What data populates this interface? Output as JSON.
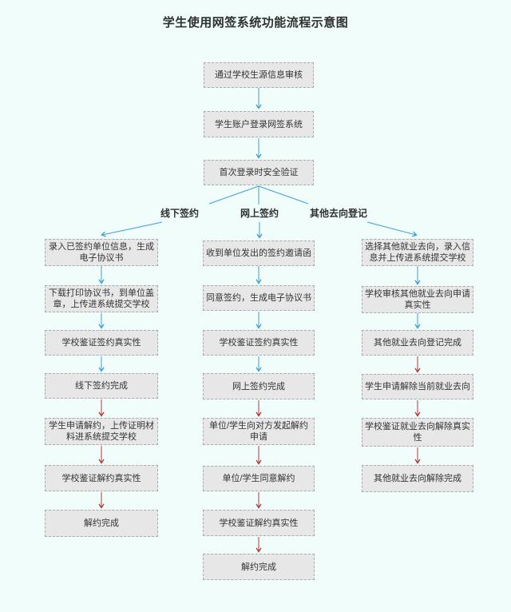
{
  "title": "学生使用网签系统功能流程示意图",
  "colors": {
    "arrow_blue": "#3b9fd4",
    "arrow_red": "#b73535",
    "box_bg": "#e7e7e7",
    "box_border": "#ababab",
    "page_bg": "#f0fdfa",
    "text": "#333333"
  },
  "flow": {
    "entry_steps": [
      "通过学校生源信息审核",
      "学生账户登录网签系统",
      "首次登录时安全验证"
    ],
    "branch_labels": [
      "线下签约",
      "网上签约",
      "其他去向登记"
    ],
    "offline_branch": [
      "录入已签约单位信息，生成电子协议书",
      "下载打印协议书，到单位盖章，上传进系统提交学校",
      "学校鉴证签约真实性",
      "线下签约完成",
      "学生申请解约，上传证明材料进系统提交学校",
      "学校鉴证解约真实性",
      "解约完成"
    ],
    "online_branch": [
      "收到单位发出的签约邀请函",
      "同意签约，生成电子协议书",
      "学校鉴证签约真实性",
      "网上签约完成",
      "单位/学生向对方发起解约申请",
      "单位/学生同意解约",
      "学校鉴证解约真实性",
      "解约完成"
    ],
    "other_branch": [
      "选择其他就业去向，录入信息并上传进系统提交学校",
      "学校审核其他就业去向申请真实性",
      "其他就业去向登记完成",
      "学生申请解除当前就业去向",
      "学校鉴证就业去向解除真实性",
      "其他就业去向解除完成"
    ]
  }
}
